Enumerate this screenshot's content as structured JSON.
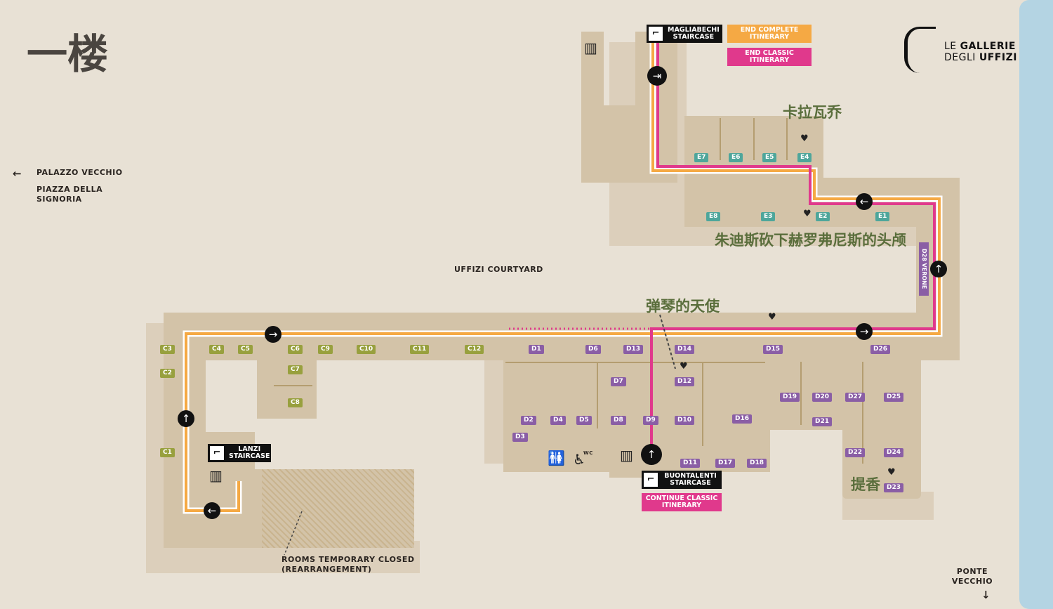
{
  "title": "一楼",
  "logo": {
    "line1_a": "LE ",
    "line1_b": "GALLERIE",
    "line2_a": "DEGLI ",
    "line2_b": "UFFIZI"
  },
  "directions": {
    "palazzo": "PALAZZO VECCHIO",
    "piazza": "PIAZZA DELLA SIGNORIA",
    "courtyard": "UFFIZI COURTYARD",
    "ponte": "PONTE VECCHIO",
    "closed": "ROOMS TEMPORARY CLOSED (REARRANGEMENT)"
  },
  "highlights": {
    "caravaggio": "卡拉瓦乔",
    "judith": "朱迪斯砍下赫罗弗尼斯的头颅",
    "angel": "弹琴的天使",
    "titian": "提香"
  },
  "signs": {
    "magliabechi": "MAGLIABECHI STAIRCASE",
    "lanzi": "LANZI STAIRCASE",
    "buontalenti": "BUONTALENTI STAIRCASE",
    "end_complete": "END COMPLETE ITINERARY",
    "end_classic": "END CLASSIC ITINERARY",
    "continue_classic": "CONTINUE CLASSIC ITINERARY",
    "verone": "D28 VERONE",
    "wc": "WC"
  },
  "colors": {
    "complete": "#f5a944",
    "classic": "#e0398c",
    "c_rooms": "#98a03e",
    "d_rooms": "#8a5ea5",
    "e_rooms": "#4ea69b"
  },
  "rooms": {
    "C": [
      "C1",
      "C2",
      "C3",
      "C4",
      "C5",
      "C6",
      "C7",
      "C8",
      "C9",
      "C10",
      "C11",
      "C12"
    ],
    "D": [
      "D1",
      "D2",
      "D3",
      "D4",
      "D5",
      "D6",
      "D7",
      "D8",
      "D9",
      "D10",
      "D11",
      "D12",
      "D13",
      "D14",
      "D15",
      "D16",
      "D17",
      "D18",
      "D19",
      "D20",
      "D21",
      "D22",
      "D23",
      "D24",
      "D25",
      "D26",
      "D27"
    ],
    "E": [
      "E1",
      "E2",
      "E3",
      "E4",
      "E5",
      "E6",
      "E7",
      "E8"
    ]
  }
}
